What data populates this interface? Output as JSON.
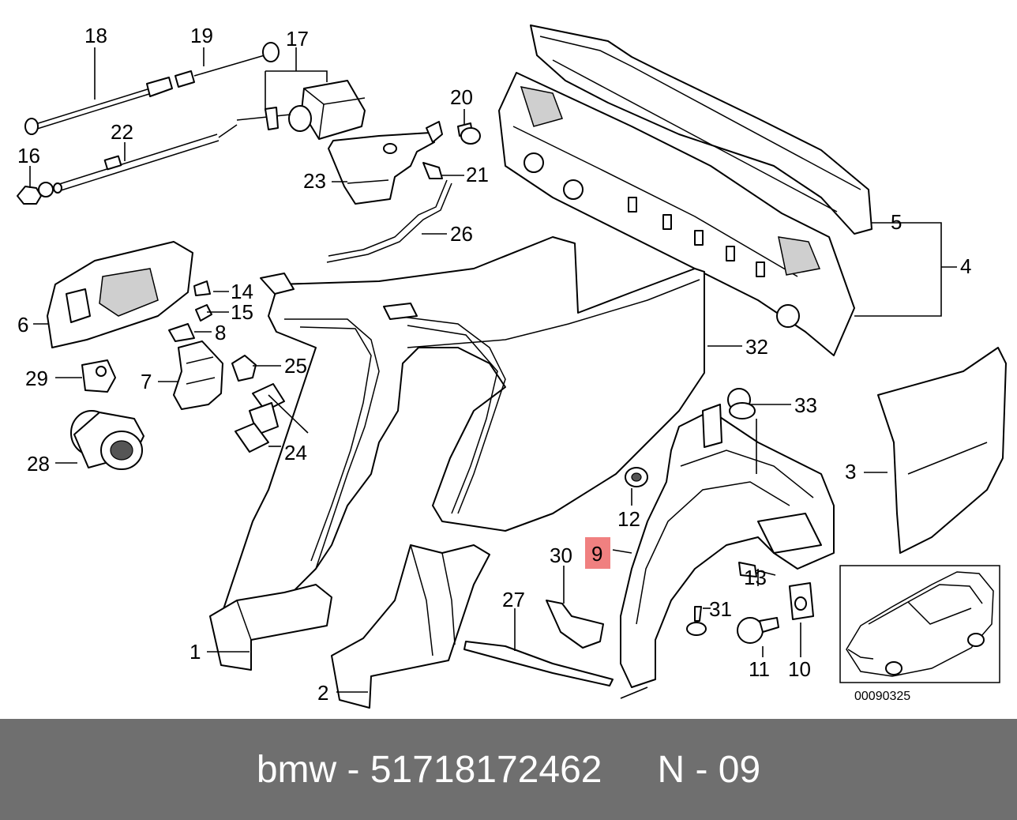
{
  "diagram": {
    "labels": {
      "l1": "1",
      "l2": "2",
      "l3": "3",
      "l4": "4",
      "l5": "5",
      "l6": "6",
      "l7": "7",
      "l8": "8",
      "l9": "9",
      "l10": "10",
      "l11": "11",
      "l12": "12",
      "l13": "13",
      "l14": "14",
      "l15": "15",
      "l16": "16",
      "l17": "17",
      "l18": "18",
      "l19": "19",
      "l20": "20",
      "l21": "21",
      "l22": "22",
      "l23": "23",
      "l24": "24",
      "l25": "25",
      "l26": "26",
      "l27": "27",
      "l28": "28",
      "l29": "29",
      "l30": "30",
      "l31": "31",
      "l32": "32",
      "l33": "33"
    },
    "highlight_color": "#f08080",
    "image_code": "00090325"
  },
  "footer": {
    "part_text": "bmw - 51718172462",
    "position_text": "N - 09"
  }
}
